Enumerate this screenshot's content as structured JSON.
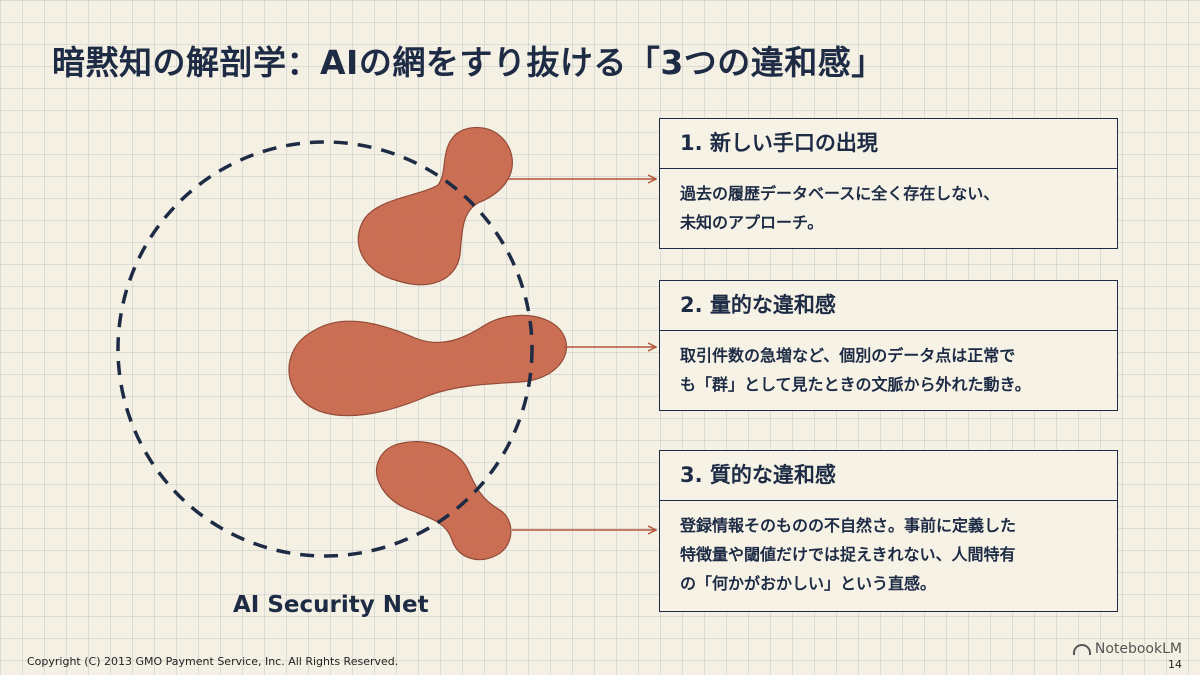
{
  "slide": {
    "title": "暗黙知の解剖学：AIの網をすり抜ける「3つの違和感」",
    "net_label": "AI Security Net",
    "colors": {
      "blob": "#c96a4f",
      "navy": "#1d2b45",
      "arrow": "#b5553b"
    }
  },
  "cards": [
    {
      "heading": "1. 新しい手口の出現",
      "lines": [
        "過去の履歴データベースに全く存在しない、",
        "未知のアプローチ。"
      ]
    },
    {
      "heading": "2. 量的な違和感",
      "lines": [
        "取引件数の急増など、個別のデータ点は正常で",
        "も「群」として見たときの文脈から外れた動き。"
      ]
    },
    {
      "heading": "3. 質的な違和感",
      "lines": [
        "登録情報そのものの不自然さ。事前に定義した",
        "特徴量や閾値だけでは捉えきれない、人間特有",
        "の「何かがおかしい」という直感。"
      ]
    }
  ],
  "footer": {
    "copyright": "Copyright (C) 2013 GMO Payment Service, Inc. All Rights Reserved.",
    "brand": "NotebookLM",
    "page": "14"
  }
}
